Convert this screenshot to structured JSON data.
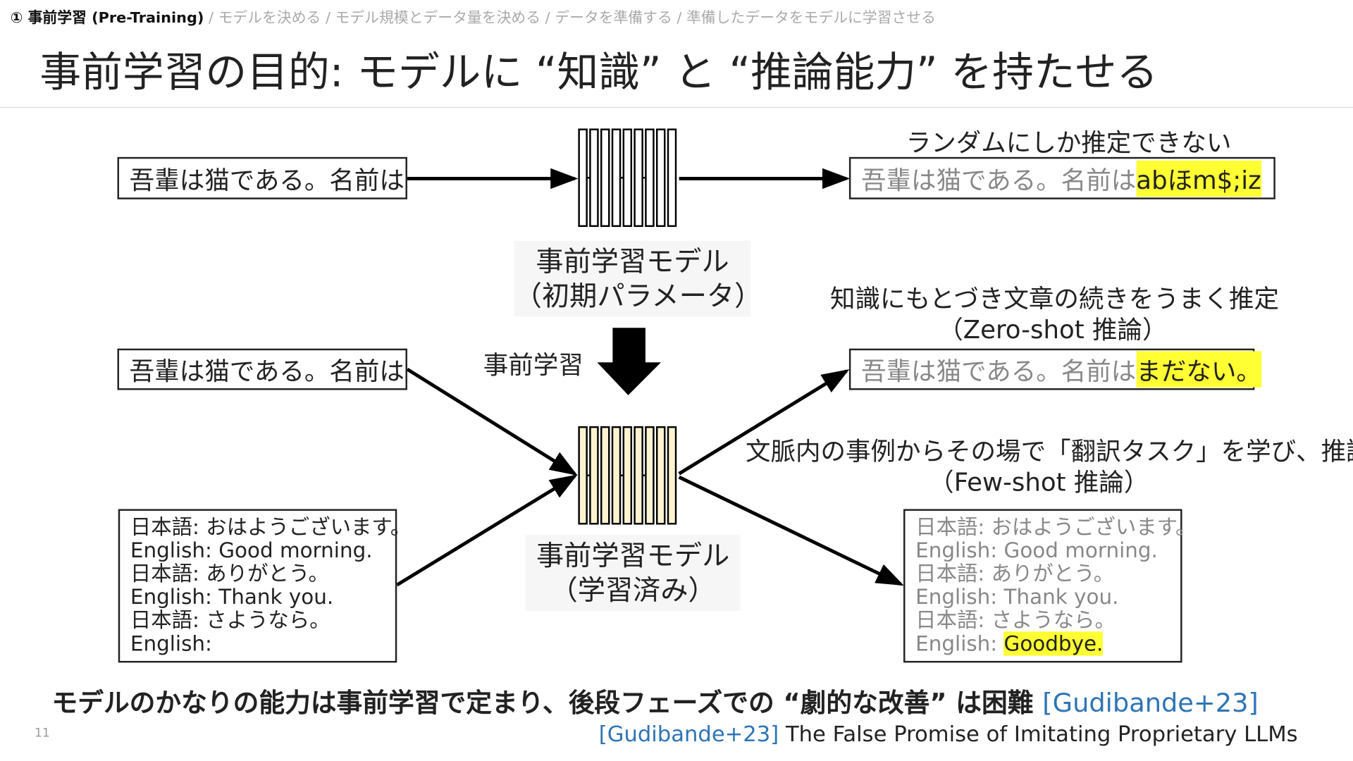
{
  "breadcrumb": {
    "current": "① 事前学習 (Pre-Training)",
    "items": [
      " / モデルを決める",
      " / モデル規模とデータ量を決める",
      " / データを準備する",
      " / 準備したデータをモデルに学習させる"
    ]
  },
  "title": "事前学習の目的: モデルに “知識” と “推論能力” を持たせる",
  "top_row": {
    "input": "吾輩は猫である。名前は",
    "caption": "ランダムにしか推定できない",
    "output_prefix": "吾輩は猫である。名前は",
    "output_generated": "abほm$;iz"
  },
  "model_initial": {
    "line1": "事前学習モデル",
    "line2": "（初期パラメータ）"
  },
  "pretrain_label": "事前学習",
  "model_trained": {
    "line1": "事前学習モデル",
    "line2": "（学習済み）"
  },
  "zero_shot": {
    "input": "吾輩は猫である。名前は",
    "caption1": "知識にもとづき文章の続きをうまく推定",
    "caption2": "（Zero-shot 推論）",
    "output_prefix": "吾輩は猫である。名前は",
    "output_generated": "まだない。"
  },
  "few_shot": {
    "input_lines": [
      "日本語: おはようございます。",
      "English: Good morning.",
      "日本語: ありがとう。",
      "English: Thank you.",
      "日本語: さようなら。",
      "English:"
    ],
    "caption1": "文脈内の事例からその場で「翻訳タスク」を学び、推論",
    "caption2": "（Few-shot 推論）",
    "output_lines": [
      "日本語: おはようございます。",
      "English: Good morning.",
      "日本語: ありがとう。",
      "English: Thank you.",
      "日本語: さようなら。",
      "English: "
    ],
    "output_generated": "Goodbye."
  },
  "conclusion": "モデルのかなりの能力は事前学習で定まり、後段フェーズでの “劇的な改善” は困難",
  "conclusion_cite": "[Gudibande+23]",
  "reference": {
    "cite": "[Gudibande+23]",
    "text": " The False Promise of Imitating Proprietary LLMs"
  },
  "page_number": "11",
  "colors": {
    "highlight": "#ffff33",
    "cite": "#2e74b5",
    "trained_model_fill": "#fdf3d0"
  }
}
